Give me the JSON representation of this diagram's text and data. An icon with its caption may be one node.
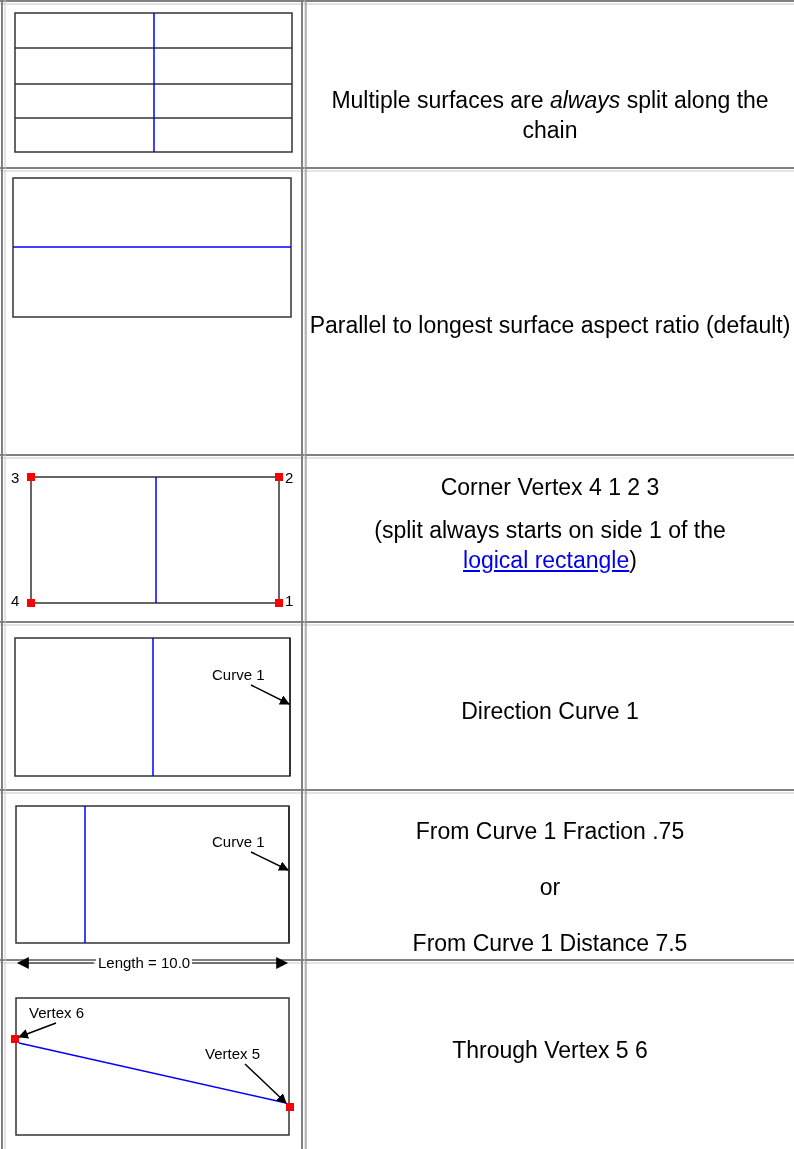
{
  "diagram": {
    "nodes": [
      {
        "text": [
          "Curve 1"
        ]
      },
      {
        "text": [],
        "shape": "line"
      },
      {
        "text": [
          "Curve 1"
        ]
      },
      {
        "text": [],
        "shape": "line"
      },
      {
        "text": [
          "Vertex 6"
        ]
      },
      {
        "text": [],
        "shape": "box"
      },
      {
        "text": [
          "Vertex 5"
        ]
      },
      {
        "text": [],
        "shape": "box"
      }
    ],
    "edges": [
      {
        "from": 0,
        "to": 1,
        "arrow": "to"
      },
      {
        "from": 2,
        "to": 3,
        "arrow": "to"
      },
      {
        "from": 4,
        "to": 5,
        "arrow": "to"
      },
      {
        "from": 6,
        "to": 7,
        "arrow": "to"
      },
      {
        "from": 5,
        "to": 7,
        "arrow": "none",
        "color": "#0000ff"
      }
    ],
    "labels": [
      "Multiple surfaces are *always* split along the chain",
      "Parallel to longest surface aspect ratio (default)",
      "3",
      "2",
      "4",
      "1",
      "Corner Vertex 4 1 2 3",
      "(split always starts on side 1 of the",
      "logical rectangle",
      ")",
      "Direction Curve 1",
      "From Curve 1 Fraction .75",
      "or",
      "From Curve 1 Distance 7.5",
      "Length = 10.0",
      "Through Vertex 5 6"
    ]
  }
}
